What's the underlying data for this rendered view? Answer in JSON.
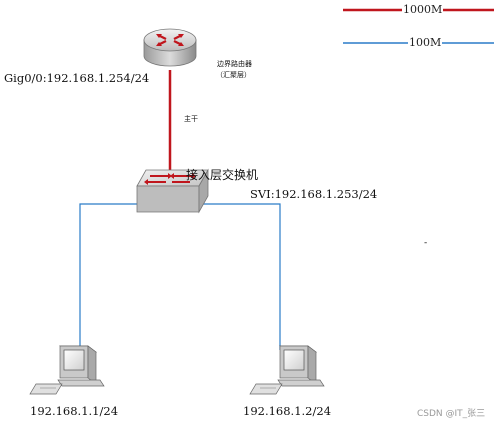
{
  "legend": {
    "gigabit": {
      "label": "1000M",
      "color": "#c0161d"
    },
    "fast": {
      "label": "100M",
      "color": "#2a7cc8"
    }
  },
  "router": {
    "name": "边界路由器",
    "role": "（汇聚层）",
    "interface_ip": "Gig0/0:192.168.1.254/24"
  },
  "trunk_label": "主干",
  "switch": {
    "name": "接入层交换机",
    "svi_ip": "SVI:192.168.1.253/24"
  },
  "pcs": [
    {
      "ip": "192.168.1.1/24"
    },
    {
      "ip": "192.168.1.2/24"
    }
  ],
  "stray_mark": "-",
  "watermark": "CSDN @IT_张三",
  "colors": {
    "uplink": "#c0161d",
    "access_link": "#2a7cc8",
    "device_gray": "#c9c9c9"
  }
}
